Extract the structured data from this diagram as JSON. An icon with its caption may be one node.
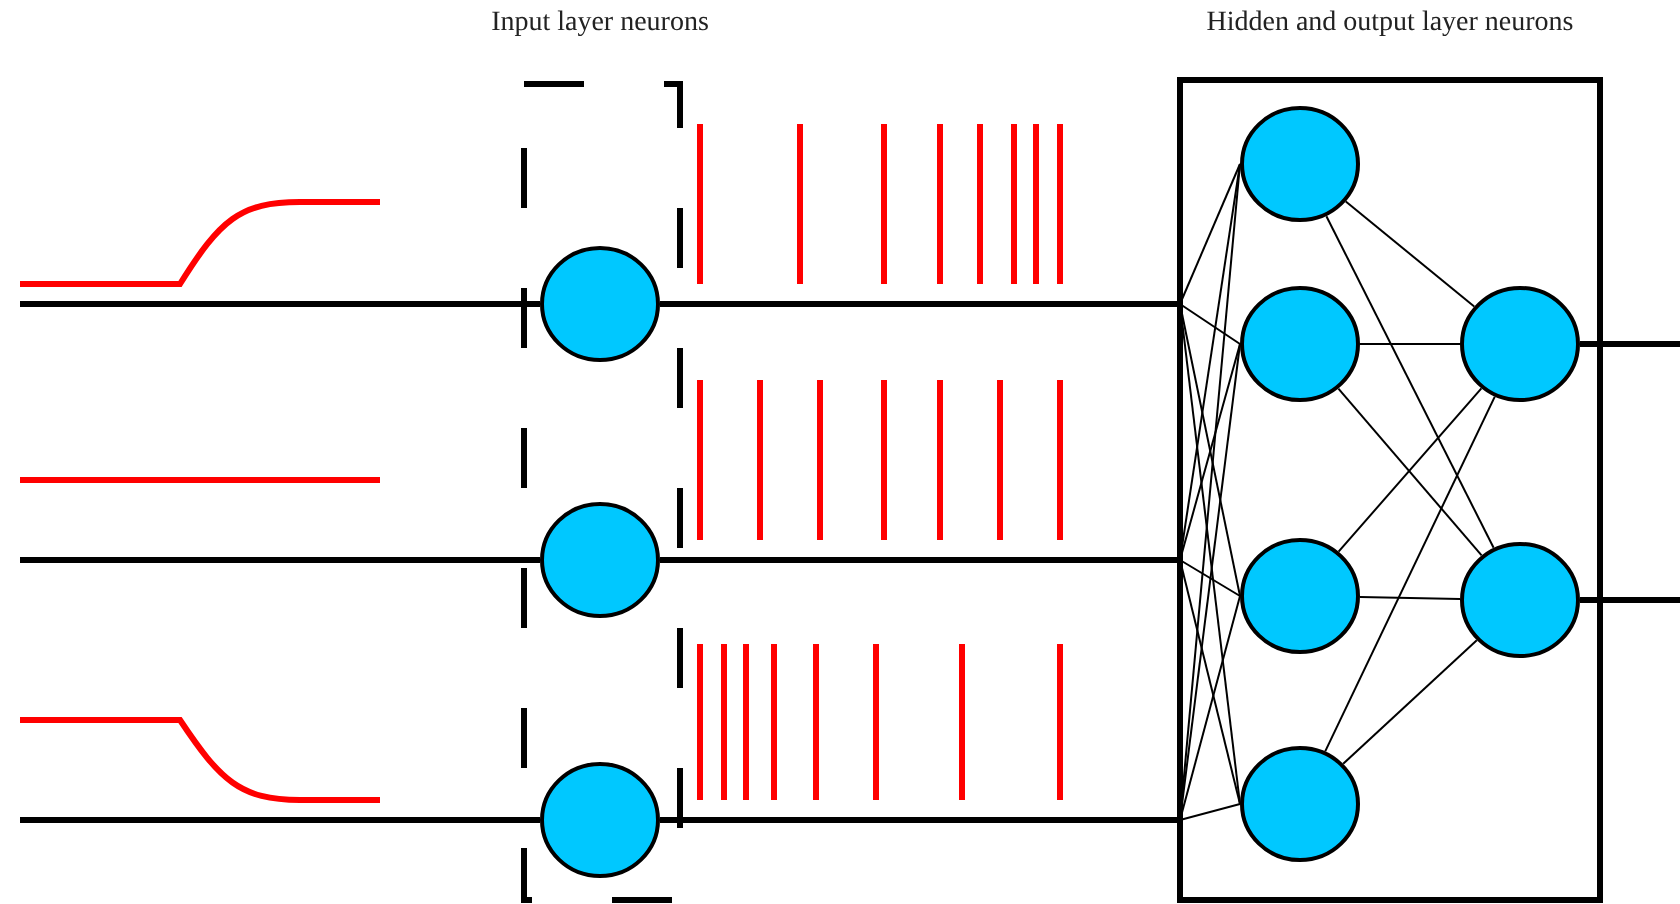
{
  "diagram": {
    "nodes": [
      {
        "text": [
          "Input layer neurons"
        ]
      },
      {
        "text": [],
        "shape": "circle",
        "in": 0
      },
      {
        "text": [],
        "shape": "circle",
        "in": 0
      },
      {
        "text": [],
        "shape": "circle",
        "in": 0
      },
      {
        "text": [
          "Hidden and output layer neurons"
        ]
      },
      {
        "text": [],
        "shape": "circle",
        "in": 4
      },
      {
        "text": [],
        "shape": "circle",
        "in": 4
      },
      {
        "text": [],
        "shape": "circle",
        "in": 4
      },
      {
        "text": [],
        "shape": "circle",
        "in": 4
      },
      {
        "text": [],
        "shape": "circle",
        "in": 4
      },
      {
        "text": [],
        "shape": "circle",
        "in": 4
      }
    ],
    "edges": [
      {
        "from": null,
        "to": 1,
        "arrow": "none"
      },
      {
        "from": null,
        "to": 2,
        "arrow": "none"
      },
      {
        "from": null,
        "to": 3,
        "arrow": "none"
      },
      {
        "from": 1,
        "to": 5,
        "arrow": "none"
      },
      {
        "from": 1,
        "to": 6,
        "arrow": "none"
      },
      {
        "from": 1,
        "to": 7,
        "arrow": "none"
      },
      {
        "from": 1,
        "to": 8,
        "arrow": "none"
      },
      {
        "from": 2,
        "to": 5,
        "arrow": "none"
      },
      {
        "from": 2,
        "to": 6,
        "arrow": "none"
      },
      {
        "from": 2,
        "to": 7,
        "arrow": "none"
      },
      {
        "from": 2,
        "to": 8,
        "arrow": "none"
      },
      {
        "from": 3,
        "to": 5,
        "arrow": "none"
      },
      {
        "from": 3,
        "to": 6,
        "arrow": "none"
      },
      {
        "from": 3,
        "to": 7,
        "arrow": "none"
      },
      {
        "from": 3,
        "to": 8,
        "arrow": "none"
      },
      {
        "from": 5,
        "to": 9,
        "arrow": "none"
      },
      {
        "from": 5,
        "to": 10,
        "arrow": "none"
      },
      {
        "from": 6,
        "to": 9,
        "arrow": "none"
      },
      {
        "from": 6,
        "to": 10,
        "arrow": "none"
      },
      {
        "from": 7,
        "to": 9,
        "arrow": "none"
      },
      {
        "from": 7,
        "to": 10,
        "arrow": "none"
      },
      {
        "from": 8,
        "to": 9,
        "arrow": "none"
      },
      {
        "from": 8,
        "to": 10,
        "arrow": "none"
      },
      {
        "from": 9,
        "to": null,
        "arrow": "none"
      },
      {
        "from": 10,
        "to": null,
        "arrow": "none"
      }
    ]
  }
}
